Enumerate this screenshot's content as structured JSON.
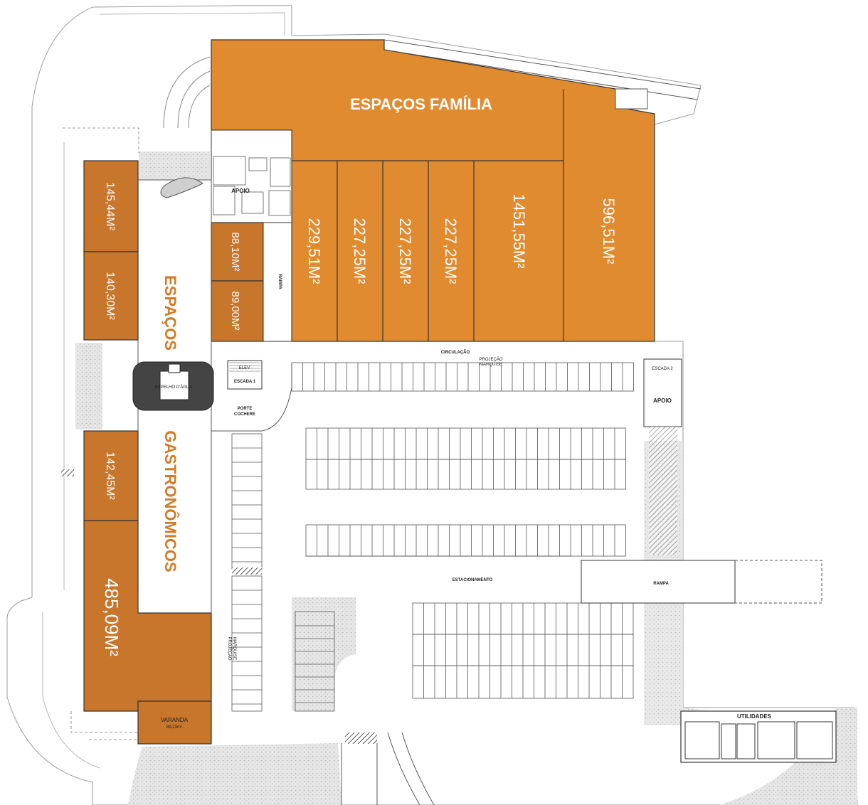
{
  "colors": {
    "familia_fill": "#e08b2f",
    "gastro_fill": "#c7762b",
    "title_orange": "#d27a26",
    "hatch": "#d4d4d4",
    "line": "#333333",
    "water": "#444444"
  },
  "titles": {
    "familia": "ESPAÇOS FAMÍLIA",
    "gastro_1": "ESPAÇOS",
    "gastro_2": "GASTRONÔMICOS"
  },
  "units": {
    "u1": "229,51M²",
    "u2": "227,25M²",
    "u3": "227,25M²",
    "u4": "227,25M²",
    "u5": "1451,55M²",
    "u6": "596,51M²",
    "g1": "145,44M²",
    "g2": "140,30M²",
    "g3": "142,45M²",
    "g4": "485,09M²",
    "s1": "88,10M²",
    "s2": "89,00M²",
    "varanda_name": "VARANDA",
    "varanda_area": "89,23m²"
  },
  "labels": {
    "apoio1": "APOIO",
    "apoio2": "APOIO",
    "rampa_v": "RAMPA",
    "rampa_h": "RAMPA",
    "circulacao": "CIRCULAÇÃO",
    "projecao_top_1": "PROJEÇÃO",
    "projecao_top_2": "MARQUISE",
    "projecao_side_1": "PROJEÇÃO",
    "projecao_side_2": "MARQUISE",
    "escada1": "ESCADA 1",
    "escada2": "ESCADA 2",
    "elev1": "ELEV.",
    "porte_1": "PORTE",
    "porte_2": "COCHERE",
    "espelho": "ESPELHO D'ÁGUA",
    "estacionamento": "ESTACIONAMENTO",
    "utilidades": "UTILIDADES"
  }
}
